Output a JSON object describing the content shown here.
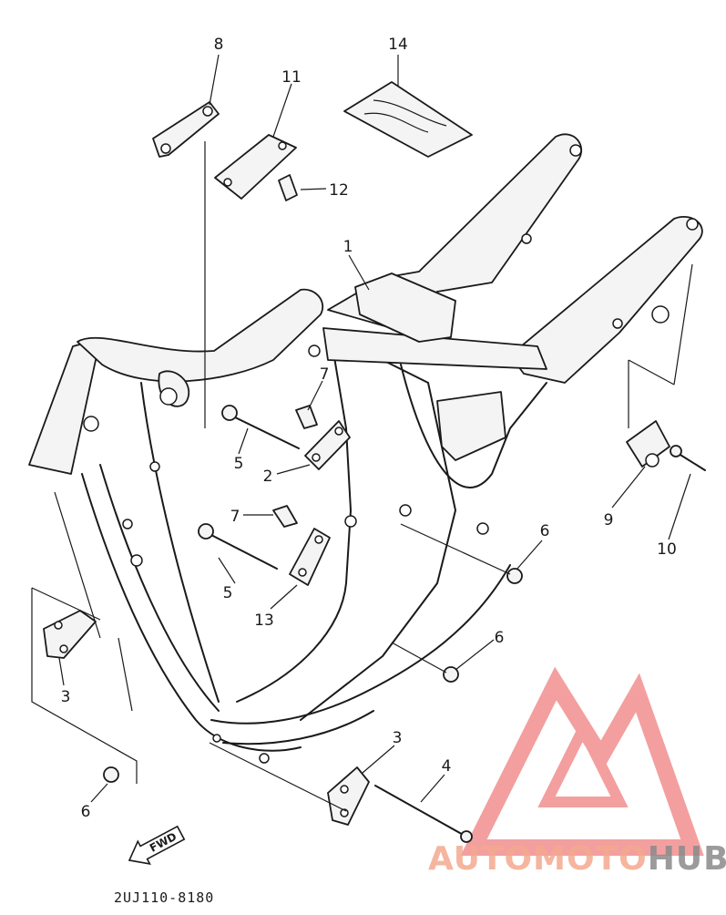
{
  "diagram": {
    "diagram_code": "2UJ110-8180",
    "fwd_label": "FWD",
    "callouts": {
      "c1": "1",
      "c2": "2",
      "c3a": "3",
      "c3b": "3",
      "c4": "4",
      "c5a": "5",
      "c5b": "5",
      "c6a": "6",
      "c6b": "6",
      "c6c": "6",
      "c7a": "7",
      "c7b": "7",
      "c8": "8",
      "c9": "9",
      "c10": "10",
      "c11": "11",
      "c12": "12",
      "c13": "13",
      "c14": "14"
    }
  },
  "watermark": {
    "word_a": "AUTO",
    "word_b": "MOTO",
    "word_c": "HUB",
    "color_light": "#f4a98f",
    "color_dark": "#8a8a8a",
    "logo_color": "#f08080"
  }
}
